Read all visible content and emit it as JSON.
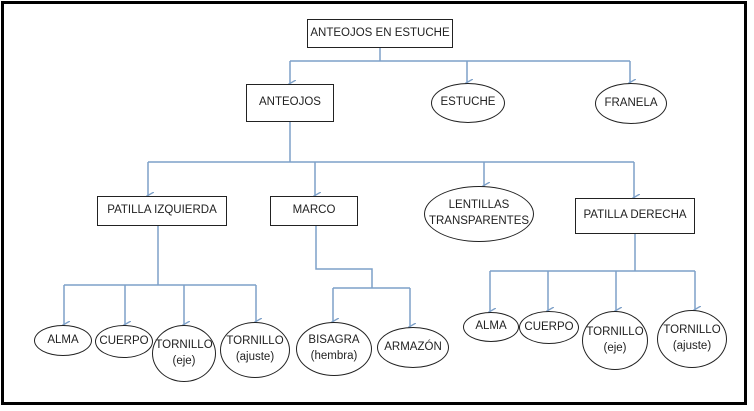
{
  "colors": {
    "connector": "#7da0c8",
    "border": "#222222",
    "text": "#222222",
    "frame": "#000000"
  },
  "nodes": {
    "root": "ANTEOJOS EN ESTUCHE",
    "anteojos": "ANTEOJOS",
    "estuche": "ESTUCHE",
    "franela": "FRANELA",
    "patilla_izq": "PATILLA IZQUIERDA",
    "marco": "MARCO",
    "lentillas": {
      "line1": "LENTILLAS",
      "line2": "TRANSPARENTES"
    },
    "patilla_der": "PATILLA DERECHA",
    "izq_alma": "ALMA",
    "izq_cuerpo": "CUERPO",
    "izq_tornillo_eje": {
      "line1": "TORNILLO",
      "line2": "(eje)"
    },
    "izq_tornillo_ajuste": {
      "line1": "TORNILLO",
      "line2": "(ajuste)"
    },
    "bisagra": {
      "line1": "BISAGRA",
      "line2": "(hembra)"
    },
    "armazon": "ARMAZÓN",
    "der_alma": "ALMA",
    "der_cuerpo": "CUERPO",
    "der_tornillo_eje": {
      "line1": "TORNILLO",
      "line2": "(eje)"
    },
    "der_tornillo_ajuste": {
      "line1": "TORNILLO",
      "line2": "(ajuste)"
    }
  }
}
